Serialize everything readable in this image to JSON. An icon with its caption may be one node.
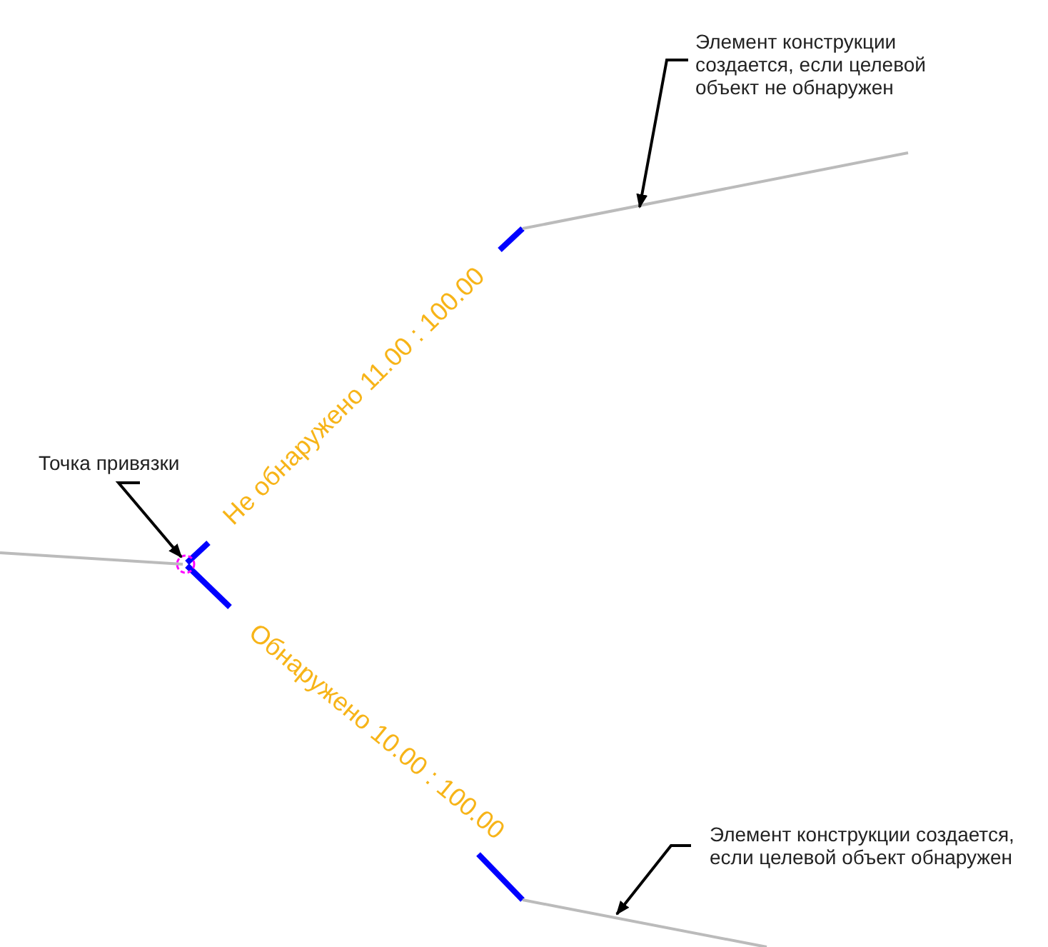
{
  "diagram": {
    "nodes": [
      {
        "text": [
          "Элемент конструкции создается, если целевой объект не обнаружен"
        ]
      },
      {
        "text": [],
        "shape": "line"
      },
      {
        "text": [
          "Точка привязки"
        ]
      },
      {
        "text": [],
        "shape": "circle"
      },
      {
        "text": [
          "Элемент конструкции создается, если целевой объект обнаружен"
        ]
      },
      {
        "text": [],
        "shape": "line"
      }
    ],
    "edges": [
      {
        "from": 0,
        "to": 1,
        "arrow": "to"
      },
      {
        "from": 2,
        "to": 3,
        "arrow": "to"
      },
      {
        "from": 4,
        "to": 5,
        "arrow": "to"
      }
    ],
    "labels": [
      "Не обнаружено 11.00 : 100.00",
      "Обнаружено 10.00 : 100.00"
    ]
  }
}
